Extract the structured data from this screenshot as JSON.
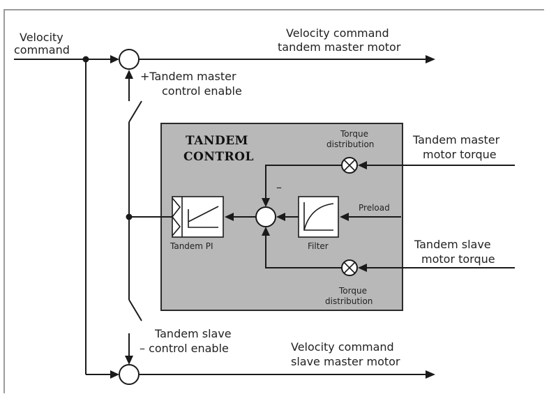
{
  "labels": {
    "velocity_command_line1": "Velocity",
    "velocity_command_line2": "command",
    "master_output_line1": "Velocity command",
    "master_output_line2": "tandem master motor",
    "master_enable_line1": "+Tandem master",
    "master_enable_line2": "control enable",
    "block_title_line1": "TANDEM",
    "block_title_line2": "CONTROL",
    "torque_dist_top_line1": "Torque",
    "torque_dist_top_line2": "distribution",
    "master_torque_line1": "Tandem master",
    "master_torque_line2": "motor torque",
    "minus_sign": "–",
    "preload": "Preload",
    "tandem_pi": "Tandem PI",
    "filter": "Filter",
    "slave_torque_line1": "Tandem slave",
    "slave_torque_line2": "motor torque",
    "torque_dist_bottom_line1": "Torque",
    "torque_dist_bottom_line2": "distribution",
    "slave_enable_line1": "Tandem slave",
    "slave_enable_line2": "– control enable",
    "slave_output_line1": "Velocity command",
    "slave_output_line2": "slave master motor"
  },
  "colors": {
    "frame": "#7a7a7a",
    "block_fill": "#b8b8b8",
    "block_stroke": "#2a2a2a",
    "line": "#1a1a1a"
  }
}
